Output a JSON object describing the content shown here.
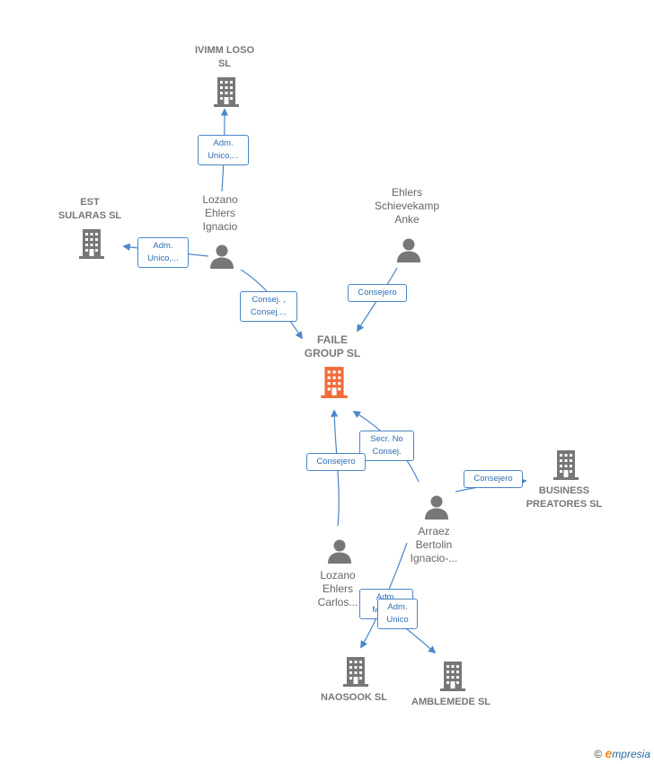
{
  "nodes": {
    "ivimm": {
      "type": "company",
      "lines": [
        "IVIMM LOSO",
        "SL"
      ]
    },
    "est": {
      "type": "company",
      "lines": [
        "EST",
        "SULARAS  SL"
      ]
    },
    "lozano_ignacio": {
      "type": "person",
      "lines": [
        "Lozano",
        "Ehlers",
        "Ignacio"
      ]
    },
    "ehlers_anke": {
      "type": "person",
      "lines": [
        "Ehlers",
        "Schievekamp",
        "Anke"
      ]
    },
    "faile": {
      "type": "company_focus",
      "lines": [
        "FAILE",
        "GROUP  SL"
      ]
    },
    "business": {
      "type": "company",
      "lines": [
        "BUSINESS",
        "PREATORES SL"
      ]
    },
    "arraez": {
      "type": "person",
      "lines": [
        "Arraez",
        "Bertolin",
        "Ignacio-..."
      ]
    },
    "lozano_carlos": {
      "type": "person",
      "lines": [
        "Lozano",
        "Ehlers",
        "Carlos..."
      ]
    },
    "naosook": {
      "type": "company",
      "lines": [
        "NAOSOOK SL"
      ]
    },
    "amblemede": {
      "type": "company",
      "lines": [
        "AMBLEMEDE SL"
      ]
    }
  },
  "edges": {
    "e1": {
      "lines": [
        "Adm.",
        "Unico,..."
      ]
    },
    "e2": {
      "lines": [
        "Adm.",
        "Unico,..."
      ]
    },
    "e3": {
      "lines": [
        "Consej. ,",
        "Consej...."
      ]
    },
    "e4": {
      "lines": [
        "Consejero"
      ]
    },
    "e5": {
      "lines": [
        "Secr.  No",
        "Consej."
      ]
    },
    "e6": {
      "lines": [
        "Consejero"
      ]
    },
    "e7": {
      "lines": [
        "Consejero"
      ]
    },
    "e8": {
      "lines": [
        "Adm.",
        "Manc..."
      ]
    },
    "e9": {
      "lines": [
        "Adm.",
        "Unico"
      ]
    }
  },
  "colors": {
    "company": "#777777",
    "company_focus": "#f26b3a",
    "person": "#777777",
    "edge": "#4a86c8"
  },
  "footer": {
    "copyright": "©",
    "brand_e": "e",
    "brand_rest": "mpresia"
  }
}
